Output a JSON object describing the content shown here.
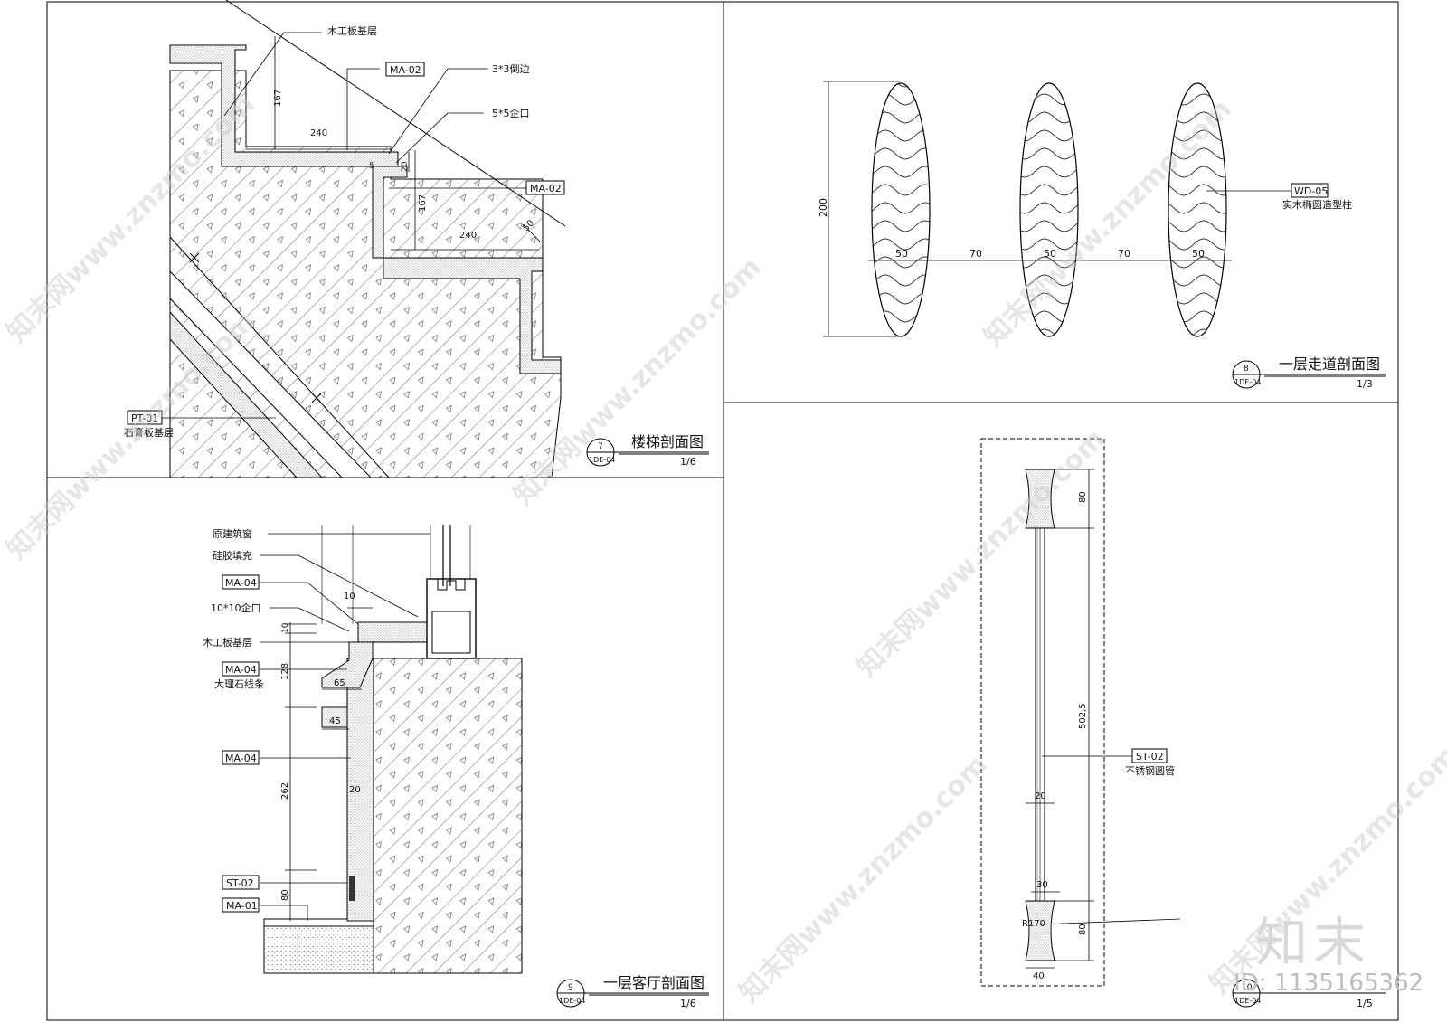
{
  "panels": {
    "stair": {
      "title": "楼梯剖面图",
      "number": "7",
      "sheet": "1DE-04",
      "scale": "1/6",
      "labels": {
        "wood_base": "木工板基层",
        "ma02_a": "MA-02",
        "chamfer": "3*3倒边",
        "groove": "5*5企口",
        "ma02_b": "MA-02",
        "pt01": "PT-01",
        "gypsum": "石膏板基层"
      },
      "dims": {
        "rise1": "167",
        "tread1": "240",
        "small1": "5",
        "small2": "20",
        "rise2": "167",
        "tread2": "240",
        "nose": "50"
      }
    },
    "corridor": {
      "title": "一层走道剖面图",
      "number": "8",
      "sheet": "1DE-04",
      "scale": "1/3",
      "labels": {
        "wd05": "WD-05",
        "column": "实木椭圆造型柱"
      },
      "dims": {
        "height": "200",
        "w1": "50",
        "gap1": "70",
        "w2": "50",
        "gap2": "70",
        "w3": "50"
      }
    },
    "living": {
      "title": "一层客厅剖面图",
      "number": "9",
      "sheet": "1DE-04",
      "scale": "1/6",
      "labels": {
        "window": "原建筑窗",
        "silicone": "硅胶填充",
        "ma04_a": "MA-04",
        "groove": "10*10企口",
        "wood_base": "木工板基层",
        "ma04_b": "MA-04",
        "marble": "大理石线条",
        "ma04_c": "MA-04",
        "st02": "ST-02",
        "ma01": "MA-01"
      },
      "dims": {
        "d10a": "10",
        "d10b": "10",
        "d128": "128",
        "d65": "65",
        "d45": "45",
        "d262": "262",
        "d20": "20",
        "d80": "80"
      }
    },
    "rail": {
      "number": "10",
      "sheet": "1DE-04",
      "scale": "1/5",
      "labels": {
        "st02": "ST-02",
        "pipe": "不锈钢圆管"
      },
      "dims": {
        "top": "80",
        "mid": "502,5",
        "d20": "20",
        "d30": "30",
        "r170": "R170",
        "bottom": "80",
        "d40": "40"
      }
    }
  },
  "watermark": {
    "brand": "知末",
    "id": "ID: 1135165362",
    "site": "知末网www.znzmo.com"
  }
}
